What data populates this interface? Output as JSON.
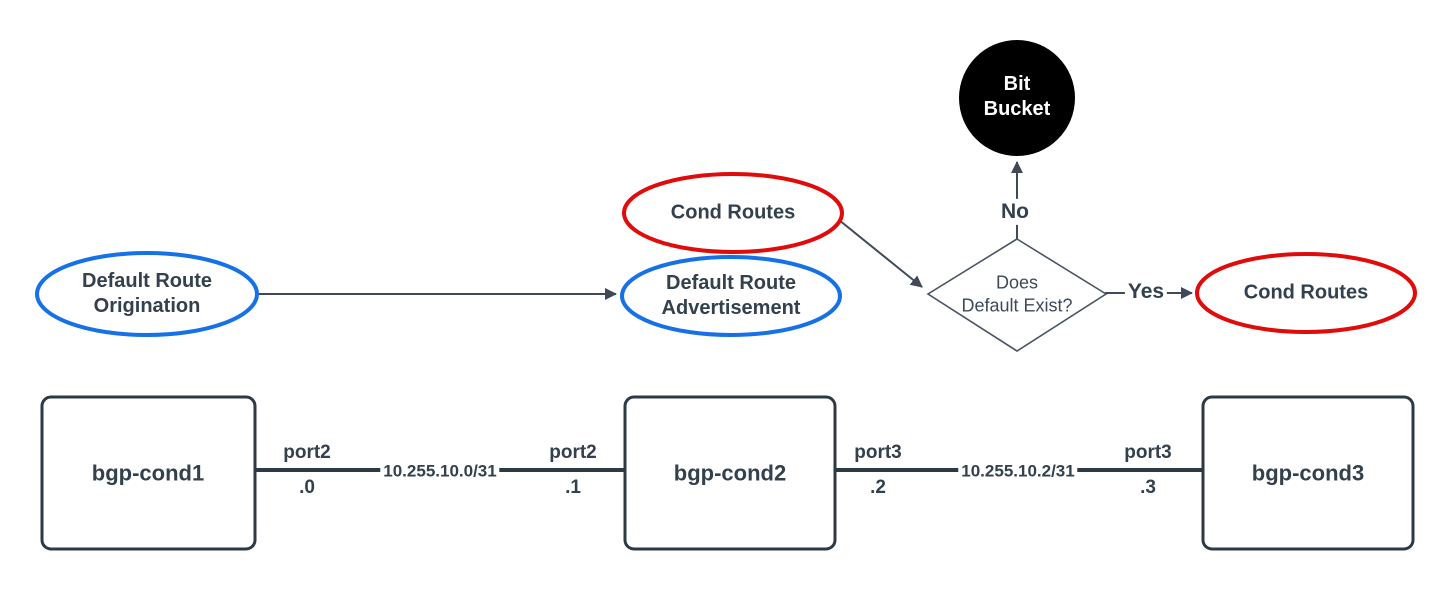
{
  "colors": {
    "blue": "#1771e6",
    "red": "#e00b0b",
    "dark": "#2d3a46",
    "arrow": "#3f4a56",
    "text": "#33404d",
    "bucket_fill": "#000000",
    "bucket_text": "#ffffff"
  },
  "flowchart": {
    "bit_bucket": {
      "line1": "Bit",
      "line2": "Bucket"
    },
    "origination": {
      "line1": "Default Route",
      "line2": "Origination"
    },
    "advertisement": {
      "line1": "Default Route",
      "line2": "Advertisement"
    },
    "cond_routes_source": "Cond Routes",
    "cond_routes_result": "Cond Routes",
    "decision": {
      "line1": "Does",
      "line2": "Default Exist?"
    },
    "edge_no": "No",
    "edge_yes": "Yes"
  },
  "topology": {
    "nodes": [
      {
        "name": "bgp-cond1"
      },
      {
        "name": "bgp-cond2"
      },
      {
        "name": "bgp-cond3"
      }
    ],
    "links": [
      {
        "left_port": "port2",
        "left_addr": ".0",
        "subnet": "10.255.10.0/31",
        "right_port": "port2",
        "right_addr": ".1"
      },
      {
        "left_port": "port3",
        "left_addr": ".2",
        "subnet": "10.255.10.2/31",
        "right_port": "port3",
        "right_addr": ".3"
      }
    ]
  }
}
